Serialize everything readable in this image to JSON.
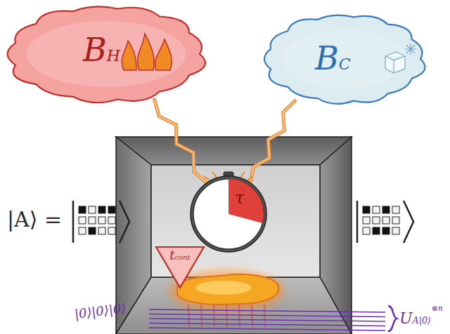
{
  "diagram": {
    "nodes": [
      {
        "text": [
          "BH"
        ]
      },
      {
        "text": [
          "BC"
        ]
      },
      {
        "text": [
          "τ"
        ]
      },
      {
        "text": [
          "tcont"
        ]
      }
    ],
    "edges": [
      {
        "from": 0,
        "to": 2,
        "arrow": "none"
      },
      {
        "from": 1,
        "to": 2,
        "arrow": "none"
      }
    ],
    "labels": [
      "|A⟩ =",
      "|0⟩|0⟩|0⟩",
      "UA|0⟩",
      "⊗n"
    ]
  }
}
